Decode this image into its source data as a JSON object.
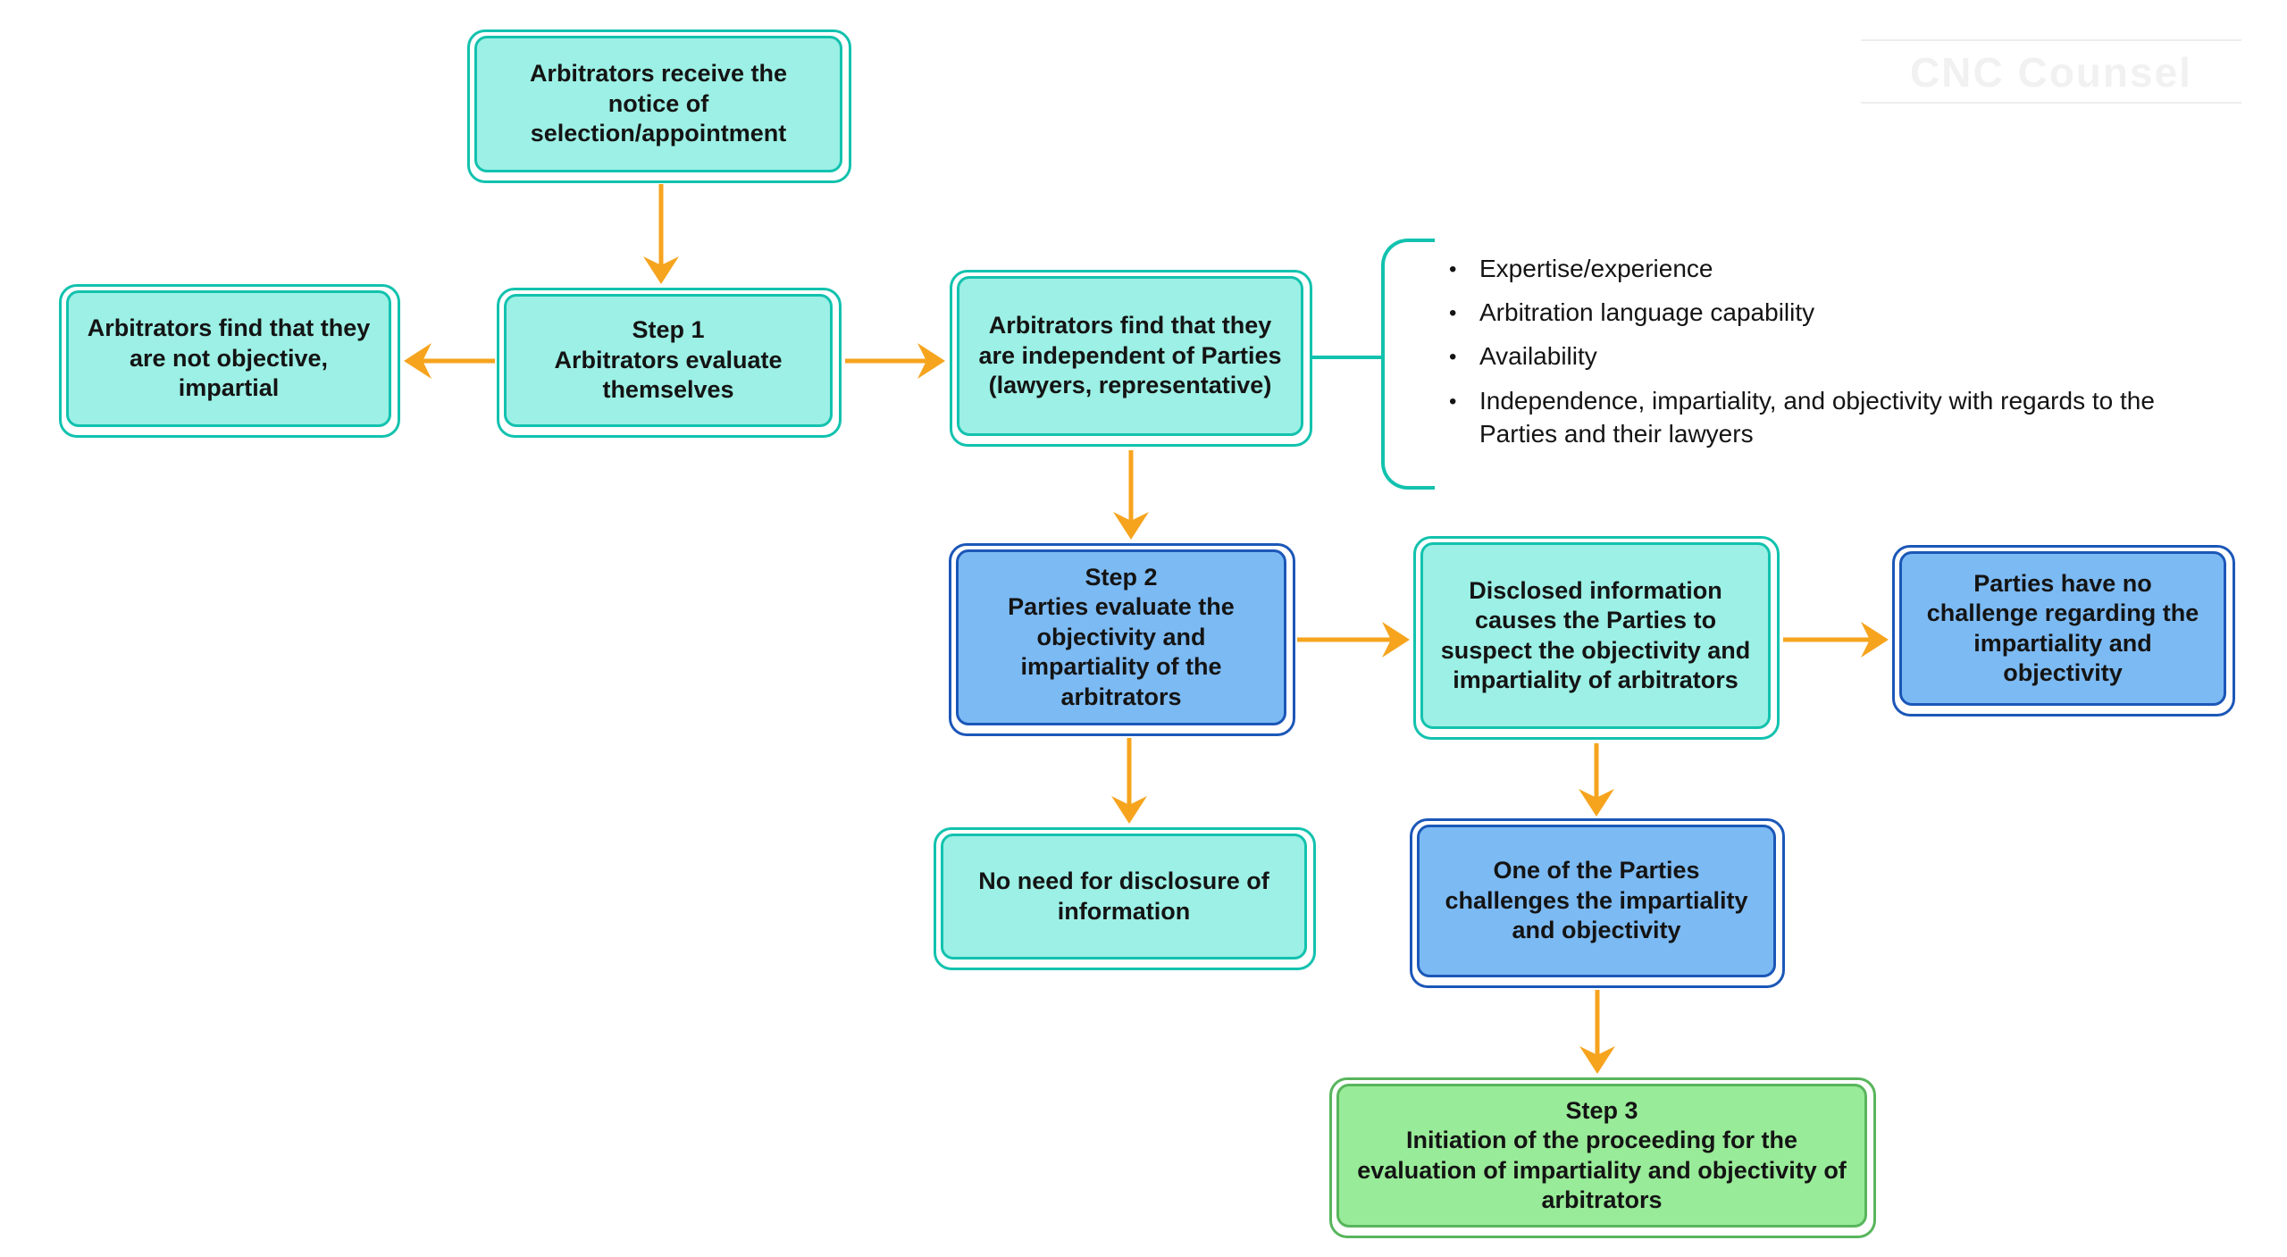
{
  "watermark": {
    "text": "CNC Counsel"
  },
  "colors": {
    "teal_fill": "#9CF0E5",
    "teal_border": "#12C2AE",
    "blue_fill": "#7CBAF3",
    "blue_border": "#1B57B8",
    "green_fill": "#98EB98",
    "green_border": "#58B55C",
    "arrow": "#F6A41E",
    "text": "#141414",
    "background": "#FFFFFF"
  },
  "nodes": {
    "receive_notice": {
      "text": "Arbitrators receive the notice of selection/appointment"
    },
    "not_objective": {
      "text": "Arbitrators find that they are not objective, impartial"
    },
    "step1": {
      "step_label": "Step 1",
      "text": "Arbitrators evaluate themselves"
    },
    "independent": {
      "text": "Arbitrators find that they are independent of Parties (lawyers, representative)"
    },
    "step2": {
      "step_label": "Step 2",
      "text": "Parties evaluate the objectivity and impartiality of the arbitrators"
    },
    "disclosed": {
      "text": "Disclosed information causes the Parties to suspect the objectivity and impartiality of arbitrators"
    },
    "no_challenge": {
      "text": "Parties have no challenge regarding the impartiality and objectivity"
    },
    "no_need": {
      "text": "No need for disclosure of information"
    },
    "one_party_challenges": {
      "text": "One of the Parties challenges the impartiality and objectivity"
    },
    "step3": {
      "step_label": "Step 3",
      "text": "Initiation of the proceeding for the evaluation of impartiality and objectivity of arbitrators"
    }
  },
  "criteria": {
    "bullet": "•",
    "items": [
      "Expertise/experience",
      "Arbitration language capability",
      "Availability",
      "Independence, impartiality, and objectivity with regards to the Parties and their lawyers"
    ]
  }
}
